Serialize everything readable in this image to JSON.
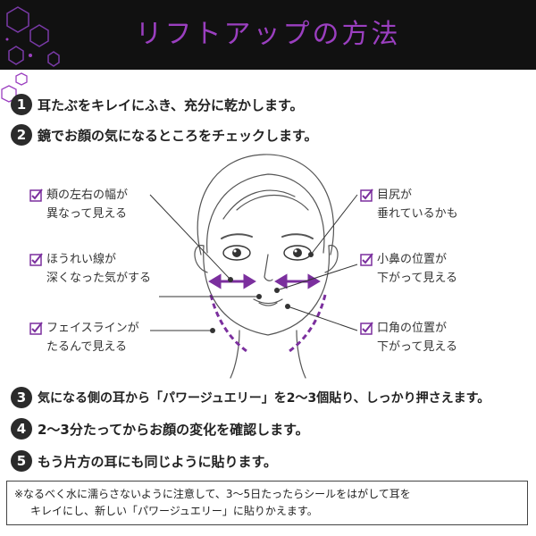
{
  "header": {
    "title": "リフトアップの方法",
    "accent_color": "#9b3fc0"
  },
  "steps": [
    {
      "number": "1",
      "text": "耳たぶをキレイにふき、充分に乾かします。"
    },
    {
      "number": "2",
      "text": "鏡でお顔の気になるところをチェックします。"
    },
    {
      "number": "3",
      "text": "気になる側の耳から「パワージュエリー」を2〜3個貼り、しっかり押さえます。"
    },
    {
      "number": "4",
      "text": "2〜3分たってからお顔の変化を確認します。"
    },
    {
      "number": "5",
      "text": "もう片方の耳にも同じように貼ります。"
    }
  ],
  "checks": {
    "left": [
      "頬の左右の幅が\n異なって見える",
      "ほうれい線が\n深くなった気がする",
      "フェイスラインが\nたるんで見える"
    ],
    "right": [
      "目尻が\n垂れているかも",
      "小鼻の位置が\n下がって見える",
      "口角の位置が\n下がって見える"
    ]
  },
  "note": {
    "line1": "※なるべく水に濡らさないように注意して、3〜5日たったらシールをはがして耳を",
    "line2": "キレイにし、新しい「パワージュエリー」に貼りかえます。"
  },
  "icons": {
    "checkbox": "checkbox-checked-icon"
  }
}
